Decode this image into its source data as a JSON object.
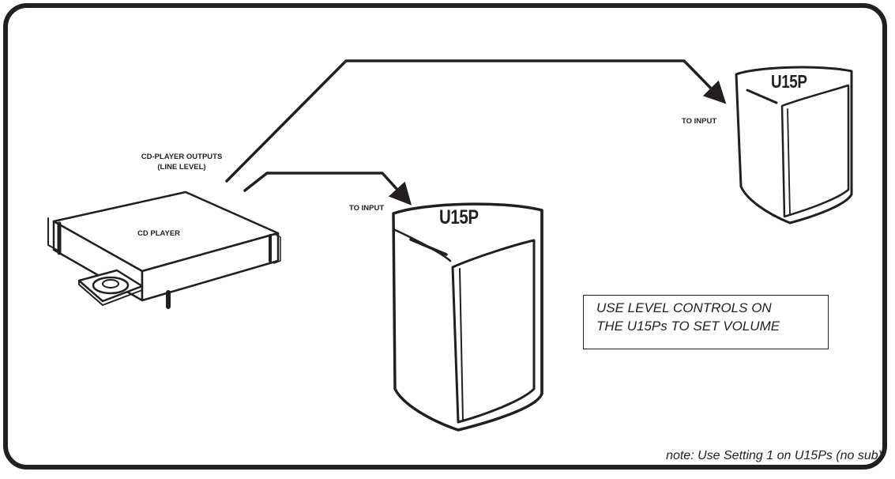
{
  "cd_player": {
    "label": "CD PLAYER"
  },
  "outputs_label": {
    "line1": "CD-PLAYER OUTPUTS",
    "line2": "(LINE LEVEL)"
  },
  "speakers": [
    {
      "model": "U15P",
      "input_label": "TO INPUT"
    },
    {
      "model": "U15P",
      "input_label": "TO INPUT"
    }
  ],
  "instruction": {
    "line1": "USE LEVEL CONTROLS ON",
    "line2": "THE U15Ps TO SET VOLUME"
  },
  "note": "note: Use Setting 1 on U15Ps (no sub)",
  "colors": {
    "ink": "#231f20",
    "background": "#ffffff"
  }
}
